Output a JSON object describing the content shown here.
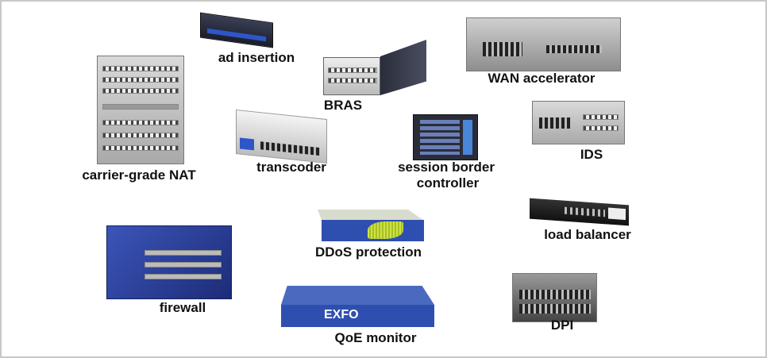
{
  "labels": {
    "ad_insertion": "ad insertion",
    "bras": "BRAS",
    "wan_accelerator": "WAN accelerator",
    "carrier_grade_nat": "carrier-grade NAT",
    "transcoder": "transcoder",
    "session_border_controller_1": "session border",
    "session_border_controller_2": "controller",
    "ids": "IDS",
    "load_balancer": "load balancer",
    "ddos_protection": "DDoS protection",
    "firewall": "firewall",
    "qoe_monitor": "QoE monitor",
    "dpi": "DPI"
  },
  "device_brands": {
    "qoe_monitor": "EXFO"
  },
  "colors": {
    "border": "#c8c8c8",
    "blue_device": "#2f4fb0"
  }
}
